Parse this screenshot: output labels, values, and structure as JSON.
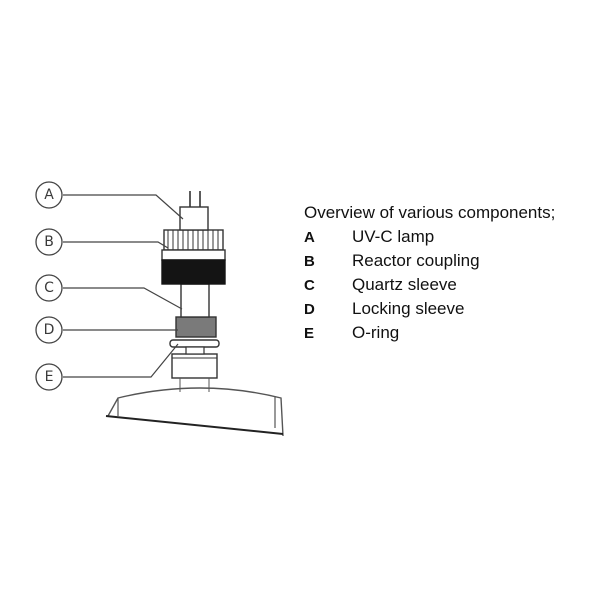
{
  "callouts": [
    "A",
    "B",
    "C",
    "D",
    "E"
  ],
  "legend": {
    "title": "Overview of various components;",
    "items": [
      {
        "key": "A",
        "label": "UV-C lamp"
      },
      {
        "key": "B",
        "label": "Reactor coupling"
      },
      {
        "key": "C",
        "label": "Quartz sleeve"
      },
      {
        "key": "D",
        "label": "Locking sleeve"
      },
      {
        "key": "E",
        "label": "O-ring"
      }
    ]
  },
  "colors": {
    "outline": "#333333",
    "coupling_band": "#141414",
    "locking_sleeve": "#7a7a7a",
    "callout_text": "#3a3a3a"
  }
}
